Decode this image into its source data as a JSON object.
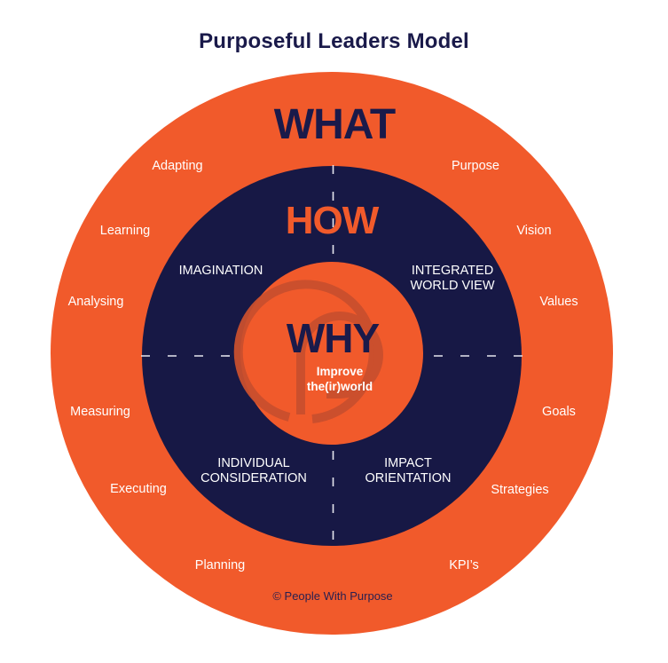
{
  "title": "Purposeful Leaders Model",
  "colors": {
    "orange": "#f15a2b",
    "navy": "#171845",
    "logo_orange": "#c94f2e",
    "white": "#ffffff",
    "title_navy": "#1a1a4a"
  },
  "rings": {
    "outer": {
      "heading": "WHAT",
      "left_items": [
        "Adapting",
        "Learning",
        "Analysing",
        "Measuring",
        "Executing",
        "Planning"
      ],
      "right_items": [
        "Purpose",
        "Vision",
        "Values",
        "Goals",
        "Strategies",
        "KPI’s"
      ]
    },
    "middle": {
      "heading": "HOW",
      "quadrants": {
        "top_left": "IMAGINATION",
        "top_right": [
          "INTEGRATED",
          "WORLD VIEW"
        ],
        "bottom_left": [
          "INDIVIDUAL",
          "CONSIDERATION"
        ],
        "bottom_right": [
          "IMPACT",
          "ORIENTATION"
        ]
      }
    },
    "inner": {
      "heading": "WHY",
      "tagline": [
        "Improve",
        "the(ir)world"
      ],
      "logo_icon": "people-with-purpose-p-logo"
    }
  },
  "copyright": "© People With Purpose"
}
